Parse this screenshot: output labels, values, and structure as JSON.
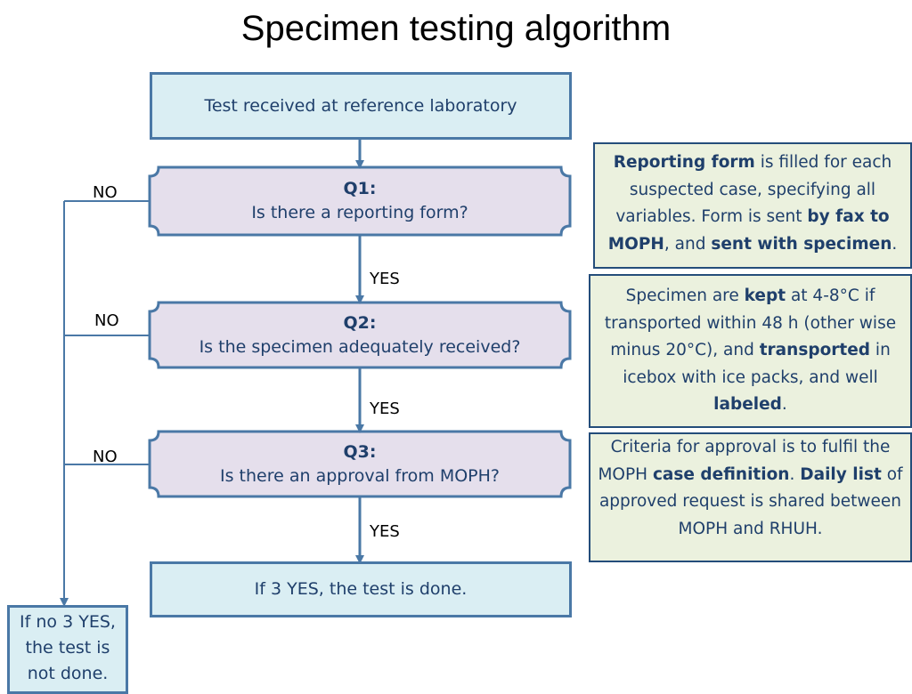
{
  "title": "Specimen testing algorithm",
  "flow": {
    "start": "Test received at reference laboratory",
    "q1": {
      "label": "Q1:",
      "text": "Is there a reporting form?"
    },
    "q2": {
      "label": "Q2:",
      "text": "Is the specimen adequately received?"
    },
    "q3": {
      "label": "Q3:",
      "text": "Is there an approval from MOPH?"
    },
    "end_yes": "If 3 YES, the test is done.",
    "end_no": "If no 3 YES, the test is not done.",
    "yes": "YES",
    "no": "NO"
  },
  "notes": {
    "n1": [
      {
        "t": "Reporting form",
        "b": true
      },
      {
        "t": " is filled for each suspected case, specifying all variables. Form is sent ",
        "b": false
      },
      {
        "t": "by fax to MOPH",
        "b": true
      },
      {
        "t": ", and ",
        "b": false
      },
      {
        "t": "sent with specimen",
        "b": true
      },
      {
        "t": ".",
        "b": false
      }
    ],
    "n2": [
      {
        "t": "Specimen are ",
        "b": false
      },
      {
        "t": "kept",
        "b": true
      },
      {
        "t": " at 4-8°C if transported within 48 h (other wise minus 20°C), and ",
        "b": false
      },
      {
        "t": "transported",
        "b": true
      },
      {
        "t": " in icebox with ice packs, and well ",
        "b": false
      },
      {
        "t": "labeled",
        "b": true
      },
      {
        "t": ".",
        "b": false
      }
    ],
    "n3": [
      {
        "t": "Criteria for approval is to fulfil the MOPH ",
        "b": false
      },
      {
        "t": "case definition",
        "b": true
      },
      {
        "t": ". ",
        "b": false
      },
      {
        "t": "Daily list",
        "b": true
      },
      {
        "t": " of approved request is shared between MOPH and RHUH.",
        "b": false
      }
    ]
  },
  "colors": {
    "box_fill_blue": "#DAEEF3",
    "box_fill_purple": "#E5DFEC",
    "box_stroke": "#4A78A6",
    "note_fill": "#EBF1DE",
    "text": "#1F3F6B"
  }
}
